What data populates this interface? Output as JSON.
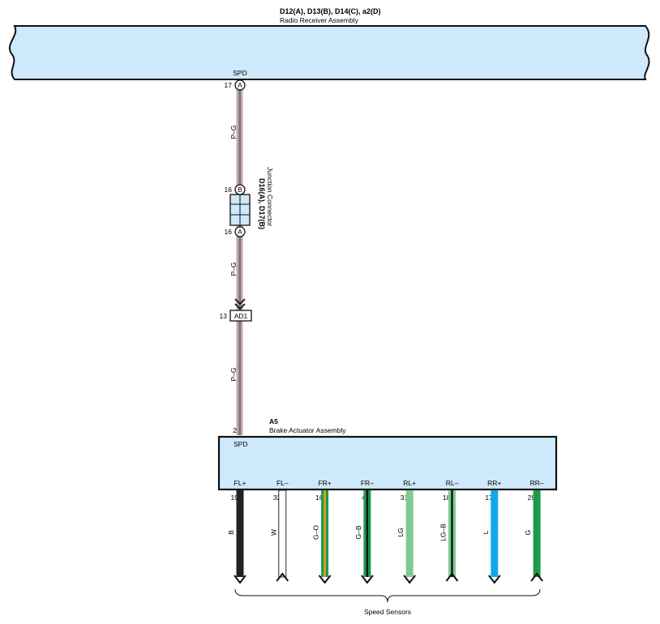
{
  "radio": {
    "connectors": "D12(A), D13(B), D14(C), a2(D)",
    "name": "Radio Receiver Assembly",
    "terminal": "SPD",
    "pin_num": "17",
    "pin_conn": "A"
  },
  "junction": {
    "connectors": "D16(A), D17(B)",
    "name": "Junction Connector",
    "top_num": "16",
    "top_conn": "B",
    "bot_num": "16",
    "bot_conn": "A"
  },
  "wire_main": {
    "color_label": "P–G",
    "colors": [
      "#e88fc0",
      "#2f9e5a"
    ]
  },
  "splice": {
    "num": "13",
    "label": "AD1"
  },
  "actuator": {
    "id": "A5",
    "name": "Brake Actuator Assembly",
    "terminal": "SPD",
    "pin_num": "2"
  },
  "terminals": [
    {
      "label": "FL+",
      "pin": "19",
      "wire": "B",
      "colors": [
        "#222222"
      ],
      "dir": "down"
    },
    {
      "label": "FL–",
      "pin": "32",
      "wire": "W",
      "colors": [
        "#ffffff"
      ],
      "dir": "up"
    },
    {
      "label": "FR+",
      "pin": "16",
      "wire": "G–O",
      "colors": [
        "#1f9a4b",
        "#f2a21c"
      ],
      "dir": "down"
    },
    {
      "label": "FR–",
      "pin": "4",
      "wire": "G–B",
      "colors": [
        "#1f9a4b",
        "#111111"
      ],
      "dir": "down"
    },
    {
      "label": "RL+",
      "pin": "31",
      "wire": "LG",
      "colors": [
        "#7ccb93"
      ],
      "dir": "down"
    },
    {
      "label": "RL–",
      "pin": "18",
      "wire": "LG–B",
      "colors": [
        "#7ccb93",
        "#111111"
      ],
      "dir": "up"
    },
    {
      "label": "RR+",
      "pin": "17",
      "wire": "L",
      "colors": [
        "#12a8e8"
      ],
      "dir": "down"
    },
    {
      "label": "RR–",
      "pin": "29",
      "wire": "G",
      "colors": [
        "#1f9a4b"
      ],
      "dir": "up"
    }
  ],
  "speed_sensors": "Speed Sensors",
  "colors": {
    "component_fill": "#cde9fb",
    "outline": "#111111"
  }
}
